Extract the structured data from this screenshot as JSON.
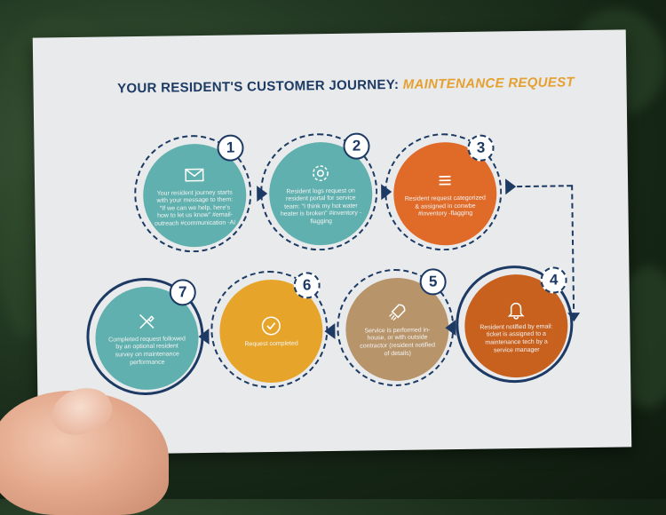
{
  "title": {
    "prefix": "YOUR RESIDENT'S CUSTOMER JOURNEY:",
    "accent": "MAINTENANCE REQUEST"
  },
  "steps": [
    {
      "number": "1",
      "icon": "envelope-icon",
      "text": "Your resident journey starts with your message to them: \"If we can we help, here's how to let us know\" #email-outreach #communication -AI"
    },
    {
      "number": "2",
      "icon": "gear-icon",
      "text": "Resident logs request on resident portal for service team: \"I think my hot water heater is broken\" #inventory -flagging"
    },
    {
      "number": "3",
      "icon": "list-icon",
      "text": "Resident request categorized & assigned in conwbe #inventory -flagging"
    },
    {
      "number": "4",
      "icon": "bell-icon",
      "text": "Resident notified by email: ticket is assigned to a maintenance tech by a service manager"
    },
    {
      "number": "5",
      "icon": "rocket-icon",
      "text": "Service is performed in-house, or with outside contractor (resident notified of details)"
    },
    {
      "number": "6",
      "icon": "check-circle-icon",
      "text": "Request completed"
    },
    {
      "number": "7",
      "icon": "tools-icon",
      "text": "Completed request followed by an optional resident survey on maintenance performance"
    }
  ],
  "colors": {
    "navy": "#1c3a63",
    "teal": "#5fb0ae",
    "orange": "#e06a28",
    "rust": "#c8601e",
    "tan": "#b8946a",
    "gold": "#e6a52a",
    "accent": "#e5a030"
  }
}
